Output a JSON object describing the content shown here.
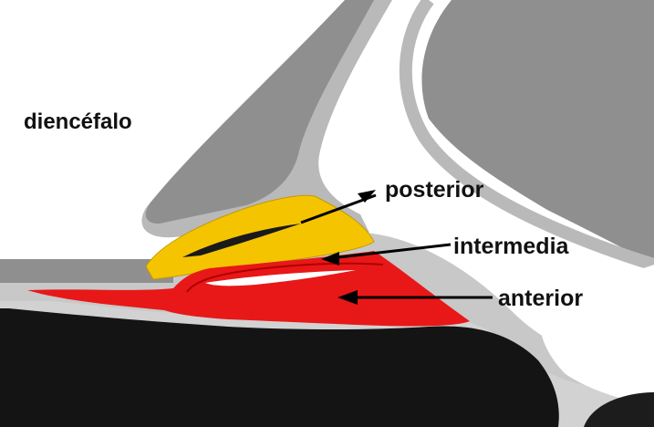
{
  "labels": {
    "diencephalon": "diencéfalo",
    "posterior": "posterior",
    "intermedia": "intermedia",
    "anterior": "anterior"
  },
  "colors": {
    "neural_tissue": "#8f8f8f",
    "neural_tissue_light": "#b9b9b9",
    "background_tissue": "#c8c8c8",
    "posterior_lobe": "#f5c400",
    "anterior_lobe": "#e81818",
    "bone": "#141414",
    "cleft": "#ffffff",
    "arrow": "#000000"
  }
}
